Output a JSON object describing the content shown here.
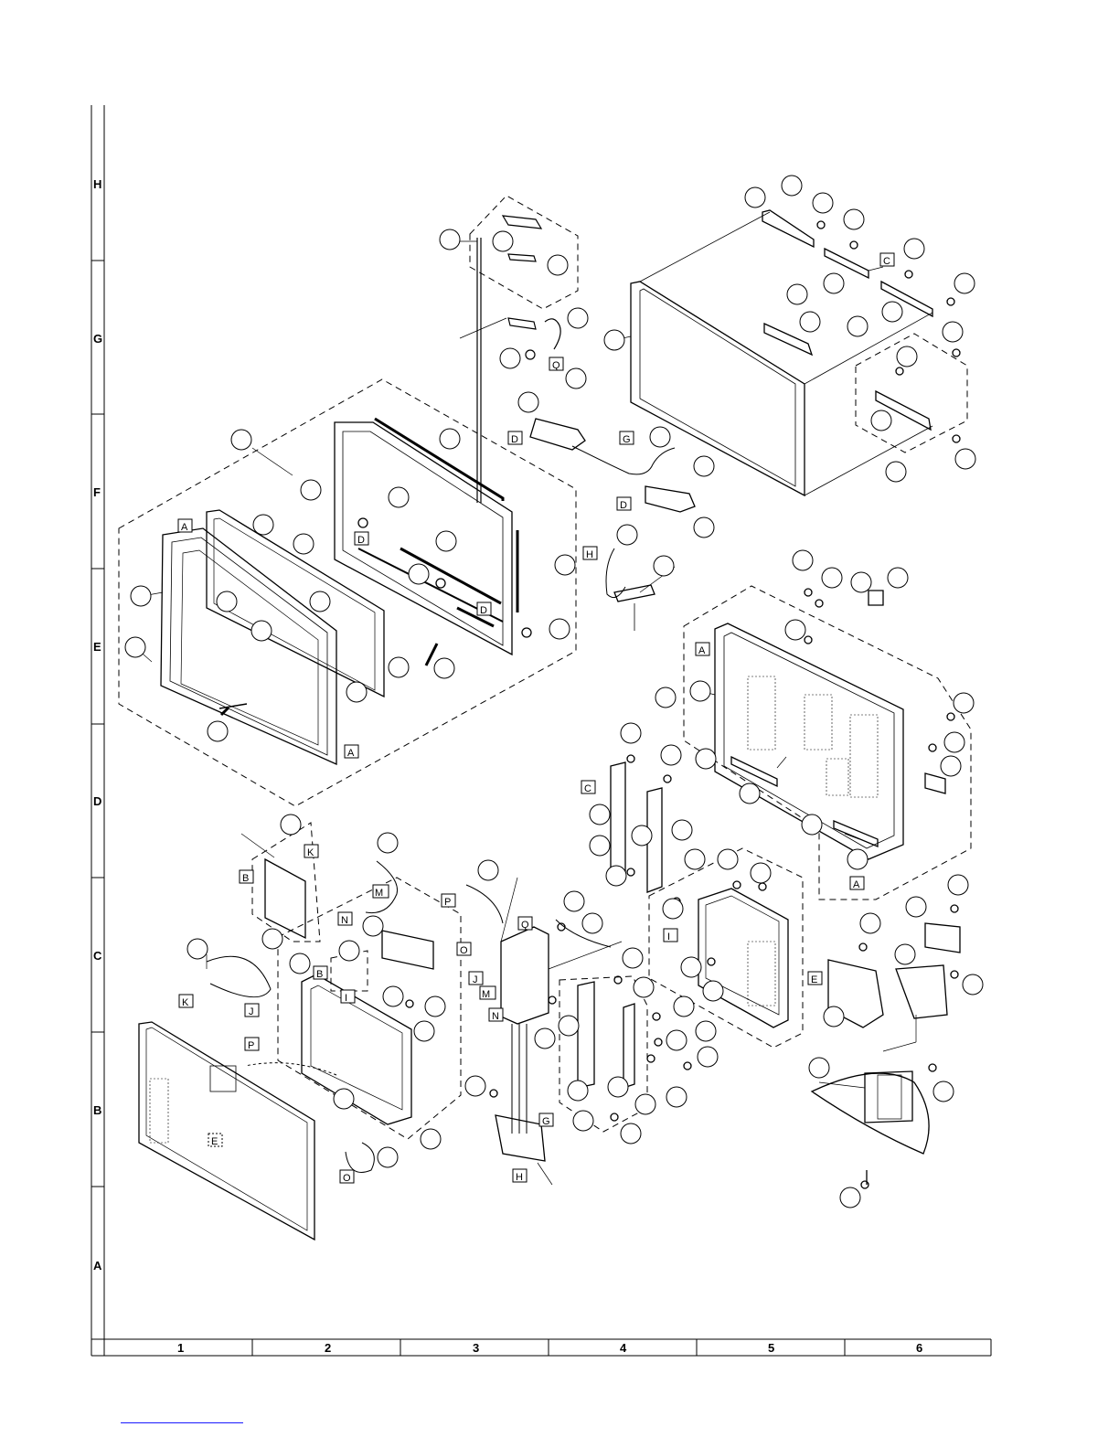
{
  "sheet": {
    "row_zones": [
      "H",
      "G",
      "F",
      "E",
      "D",
      "C",
      "B",
      "A"
    ],
    "column_zones": [
      "1",
      "2",
      "3",
      "4",
      "5",
      "6"
    ]
  },
  "connectors": {
    "A1": "A",
    "A2": "A",
    "A3": "A",
    "A4": "A",
    "B": "B",
    "C1": "C",
    "C2": "C",
    "D1": "D",
    "D2": "D",
    "D3": "D",
    "D4": "D",
    "E1": "E",
    "E2": "E",
    "G1": "G",
    "G2": "G",
    "H1": "H",
    "H2": "H",
    "I1": "I",
    "I2": "I",
    "I3": "I",
    "J1": "J",
    "J2": "J",
    "K1": "K",
    "K2": "K",
    "M1": "M",
    "M2": "M",
    "N1": "N",
    "N2": "N",
    "O1": "O",
    "O2": "O",
    "P1": "P",
    "P2": "P",
    "Q1": "Q",
    "Q2": "Q"
  },
  "colors": {
    "line": "#000000",
    "background": "#ffffff",
    "link": "#1a1aff"
  }
}
